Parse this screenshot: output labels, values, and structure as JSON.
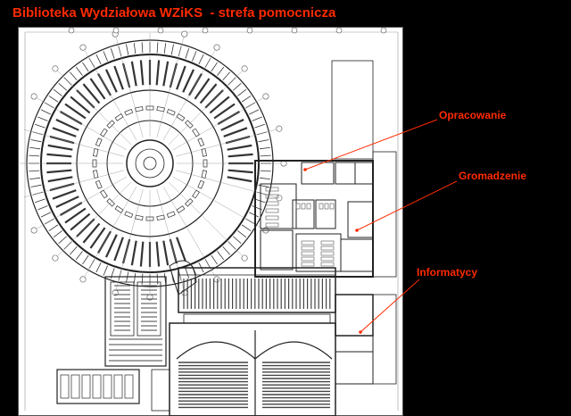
{
  "title": "Biblioteka Wydziałowa WZiKS  - strefa pomocnicza",
  "accent_color": "#ff2a00",
  "plan_line_color": "#222222",
  "callouts": [
    "Opracowanie",
    "Gromadzenie",
    "Informatycy"
  ]
}
